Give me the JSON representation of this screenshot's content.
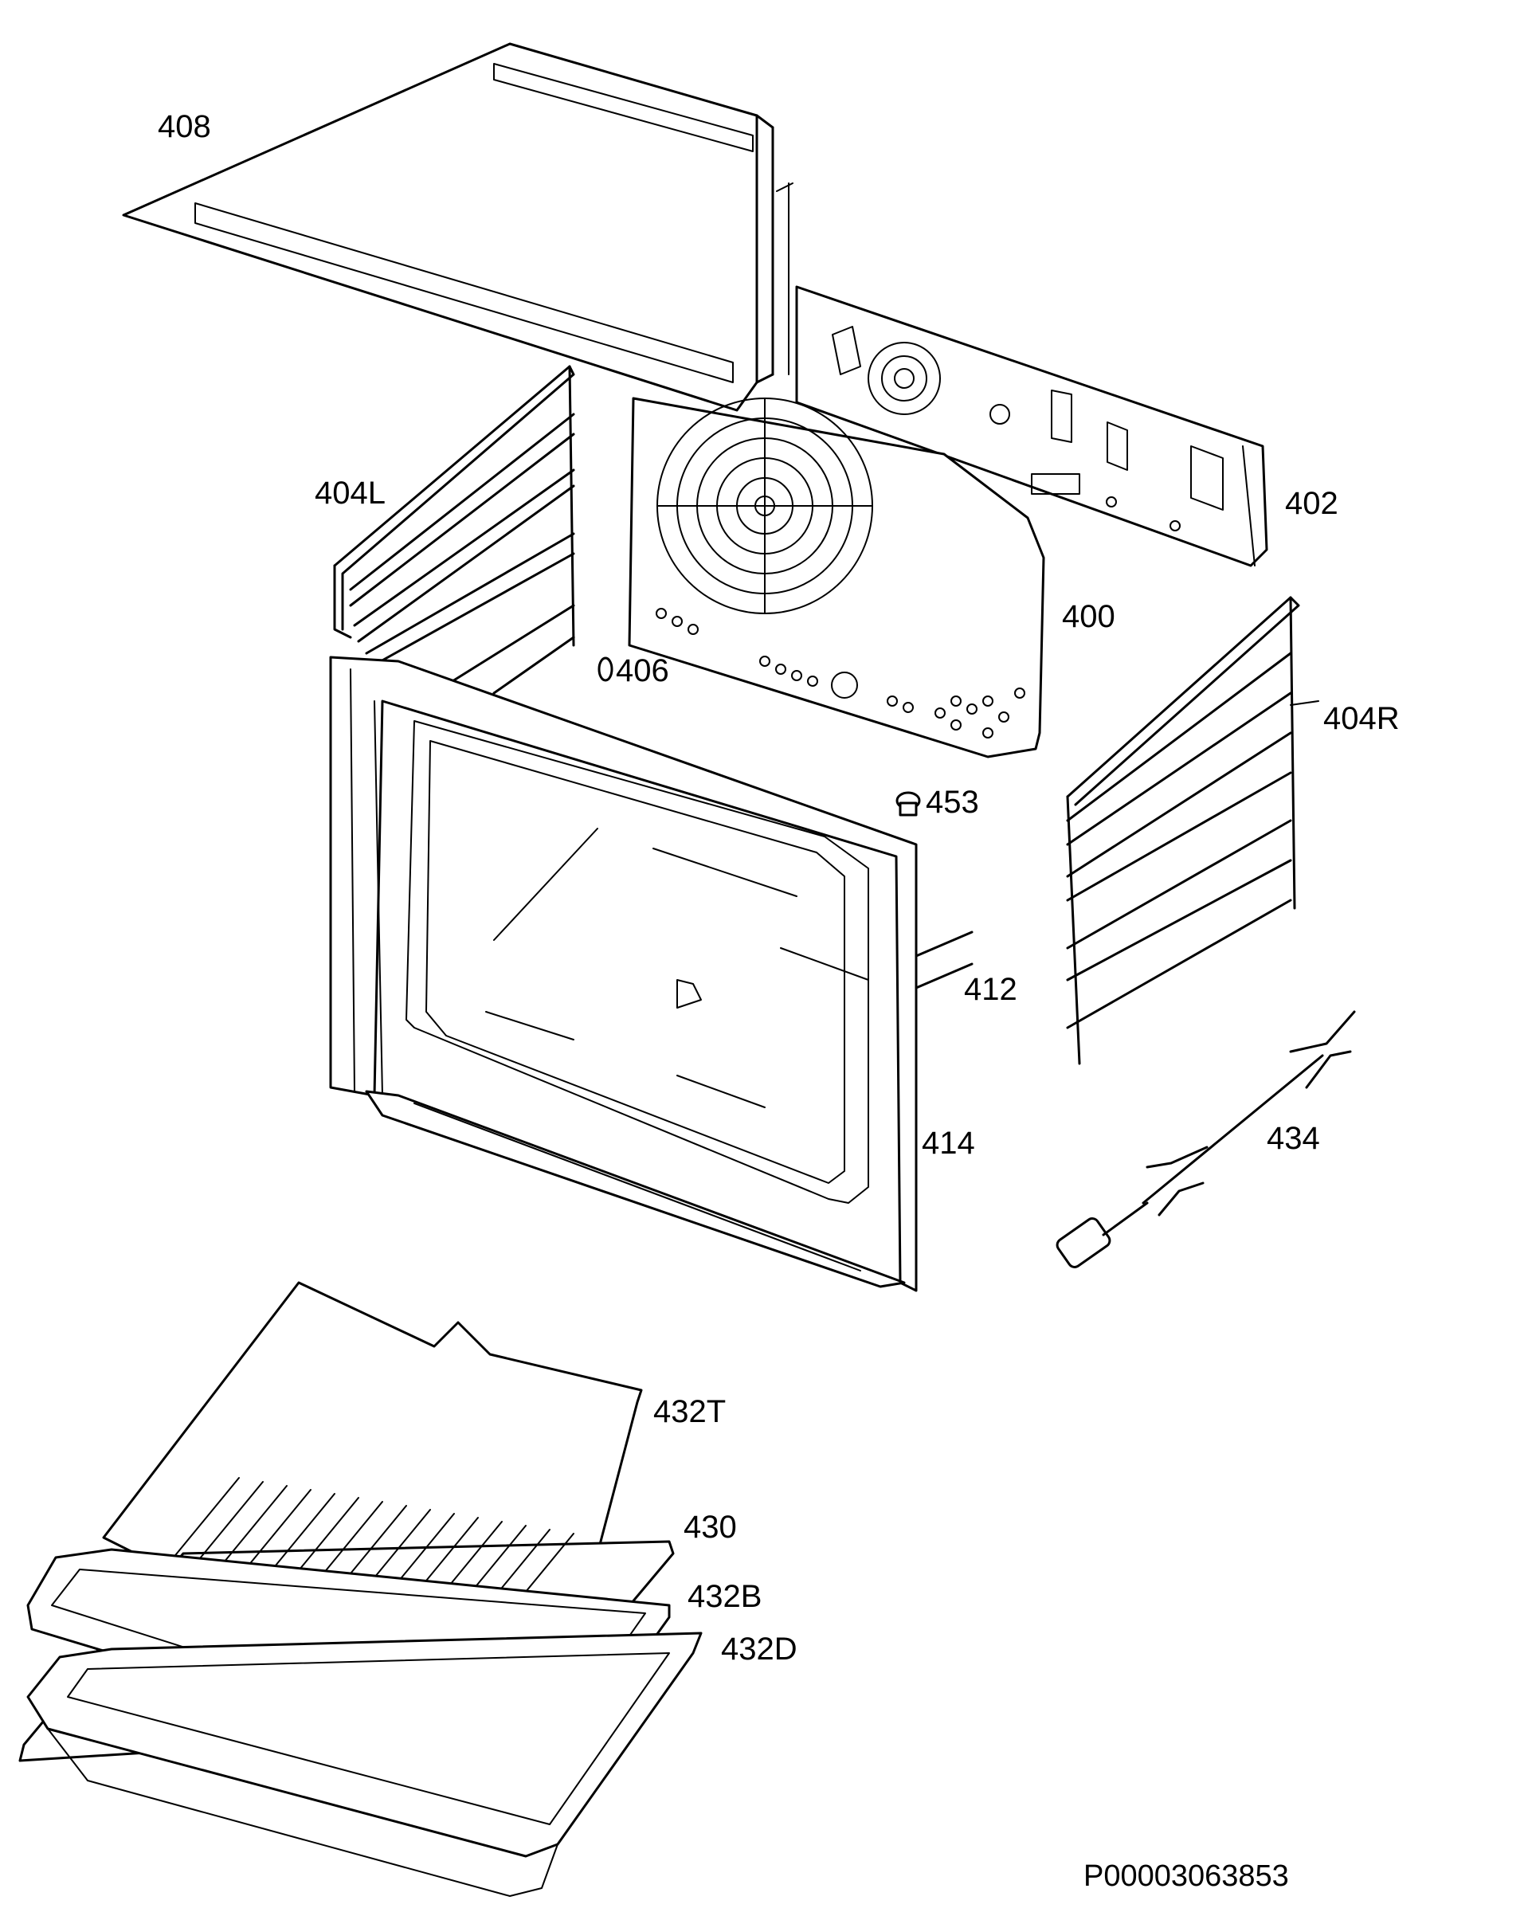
{
  "diagram": {
    "document_id": "P00003063853",
    "parts": [
      {
        "id": "part-408",
        "label": "408"
      },
      {
        "id": "part-402",
        "label": "402"
      },
      {
        "id": "part-404L",
        "label": "404L"
      },
      {
        "id": "part-400",
        "label": "400"
      },
      {
        "id": "part-406",
        "label": "406"
      },
      {
        "id": "part-404R",
        "label": "404R"
      },
      {
        "id": "part-453",
        "label": "453"
      },
      {
        "id": "part-412",
        "label": "412"
      },
      {
        "id": "part-414",
        "label": "414"
      },
      {
        "id": "part-434",
        "label": "434"
      },
      {
        "id": "part-432T",
        "label": "432T"
      },
      {
        "id": "part-430",
        "label": "430"
      },
      {
        "id": "part-432B",
        "label": "432B"
      },
      {
        "id": "part-432D",
        "label": "432D"
      }
    ]
  }
}
